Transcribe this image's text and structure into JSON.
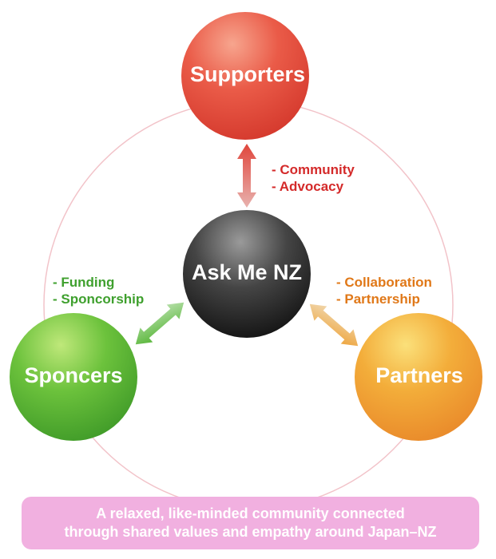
{
  "nodes": {
    "center": {
      "label": "Ask Me NZ"
    },
    "top": {
      "label": "Supporters"
    },
    "left": {
      "label": "Sponcers"
    },
    "right": {
      "label": "Partners"
    }
  },
  "notes": {
    "supporters": [
      "- Community",
      "- Advocacy"
    ],
    "sponcers": [
      "- Funding",
      "- Sponcorship"
    ],
    "partners": [
      "- Collaboration",
      "- Partnership"
    ]
  },
  "banner": {
    "lines": [
      "A relaxed, like-minded community connected",
      "through shared values and empathy around Japan–NZ"
    ]
  },
  "colors": {
    "supporters": "#e0463c",
    "sponcers": "#4fae2f",
    "partners": "#f0a036",
    "center": "#2c2c2c",
    "supporters_text": "#d42a2a",
    "sponcers_text": "#3fa02e",
    "partners_text": "#e07818",
    "ring": "#f2c3c9",
    "banner": "#f1b0e0"
  }
}
